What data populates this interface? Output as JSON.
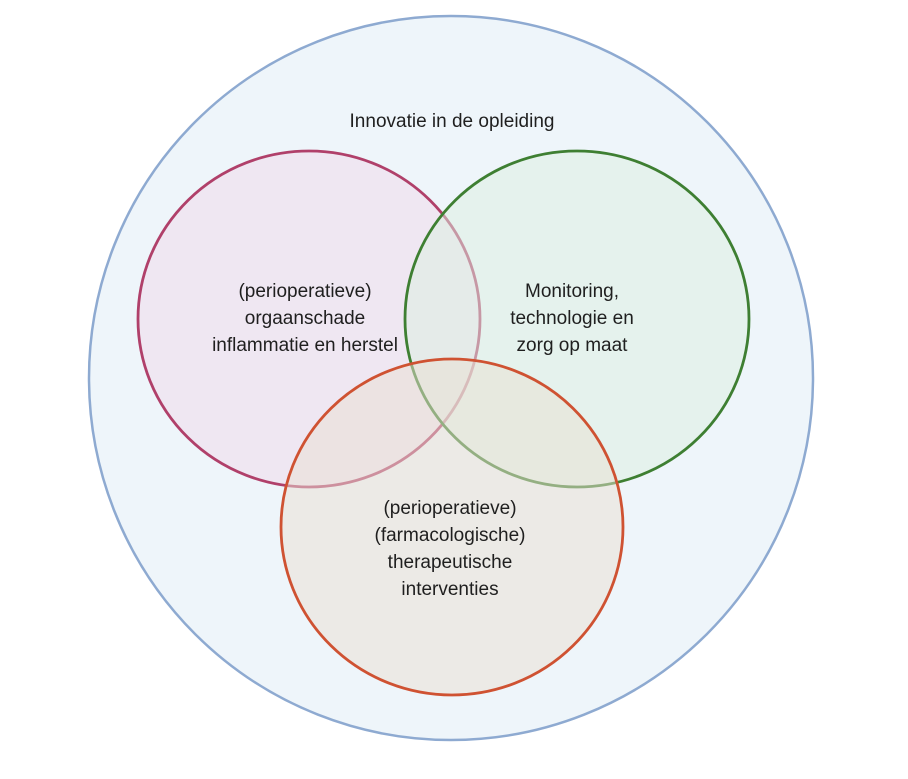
{
  "diagram": {
    "outer": {
      "label": "Innovatie in de opleiding",
      "fill": "#eef5fa",
      "stroke": "#8eaad1"
    },
    "circles": [
      {
        "id": "pink",
        "lines": [
          "(perioperatieve)",
          "orgaanschade",
          "inflammatie en herstel"
        ],
        "fill": "#f0daea",
        "stroke": "#b0406a"
      },
      {
        "id": "green",
        "lines": [
          "Monitoring,",
          "technologie en",
          "zorg op maat"
        ],
        "fill": "#dcefdf",
        "stroke": "#3e7f32"
      },
      {
        "id": "orange",
        "lines": [
          "(perioperatieve)",
          "(farmacologische)",
          "therapeutische",
          "interventies"
        ],
        "fill": "#eadfd2",
        "stroke": "#cf5232"
      }
    ]
  }
}
